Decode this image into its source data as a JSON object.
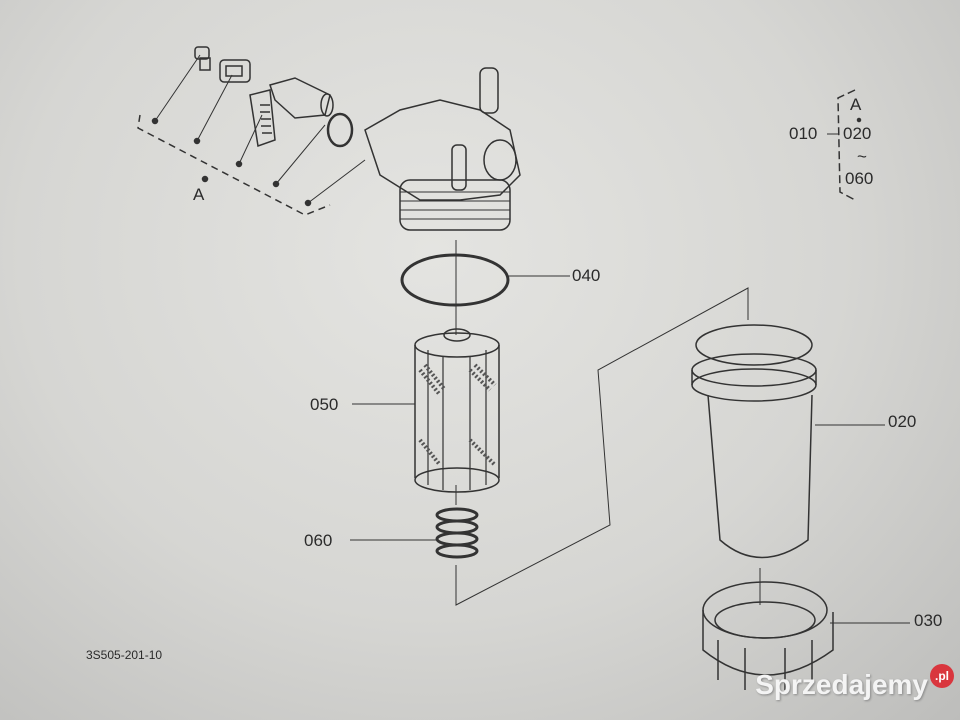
{
  "callouts": {
    "p040": "040",
    "p050": "050",
    "p060": "060",
    "p020": "020",
    "p030": "030",
    "group_label_a": "A"
  },
  "legend": {
    "parent": "010",
    "group": "A",
    "from": "020",
    "tilde": "~",
    "to": "060"
  },
  "figure_code": "3S505-201-10",
  "watermark": {
    "text": "Sprzedajemy",
    "badge": ".pl",
    "badge_color": "#d9363e"
  }
}
